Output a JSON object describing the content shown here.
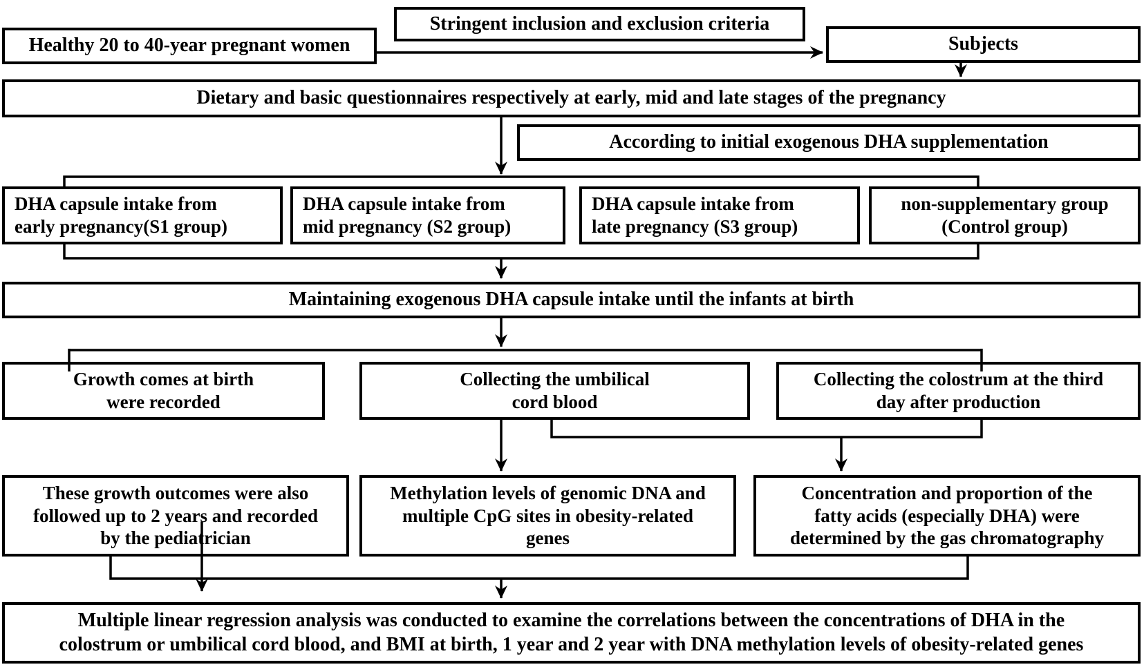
{
  "nodes": {
    "healthy": {
      "label": "Healthy 20 to 40-year pregnant women"
    },
    "stringent": {
      "label": "Stringent inclusion and exclusion criteria"
    },
    "subjects": {
      "label": "Subjects"
    },
    "questionnaires": {
      "label": "Dietary and basic questionnaires respectively at early, mid and late stages of the pregnancy"
    },
    "according": {
      "label": "According to  initial exogenous DHA supplementation"
    },
    "s1": {
      "label": "DHA capsule intake from\nearly pregnancy(S1 group)"
    },
    "s2": {
      "label": "DHA capsule intake from\nmid pregnancy (S2 group)"
    },
    "s3": {
      "label": "DHA capsule intake from\nlate pregnancy (S3 group)"
    },
    "control": {
      "label": "non-supplementary group\n(Control group)"
    },
    "maintaining": {
      "label": "Maintaining exogenous DHA  capsule intake until the infants at birth"
    },
    "growth": {
      "label": "Growth comes at birth\nwere recorded"
    },
    "cordblood": {
      "label": "Collecting the umbilical\ncord blood"
    },
    "colostrum": {
      "label": "Collecting the colostrum at the third\nday after production"
    },
    "followup": {
      "label": "These growth outcomes were also\nfollowed up to 2 years and recorded\nby the pediatrician"
    },
    "methylation": {
      "label": "Methylation levels of genomic DNA  and\nmultiple CpG sites in obesity-related\ngenes"
    },
    "fattyacids": {
      "label": "Concentration and proportion of the\nfatty acids (especially  DHA) were\ndetermined by the gas chromatography"
    },
    "regression": {
      "label": "Multiple linear regression analysis was conducted to examine the correlations between the concentrations of DHA in the\ncolostrum or umbilical cord blood, and BMI at birth, 1 year and 2 year with DNA methylation levels of obesity-related genes"
    }
  },
  "colors": {
    "background": "#ffffff",
    "box_fill": "#ffffff",
    "box_border": "#000000",
    "text": "#000000",
    "connector": "#000000"
  }
}
